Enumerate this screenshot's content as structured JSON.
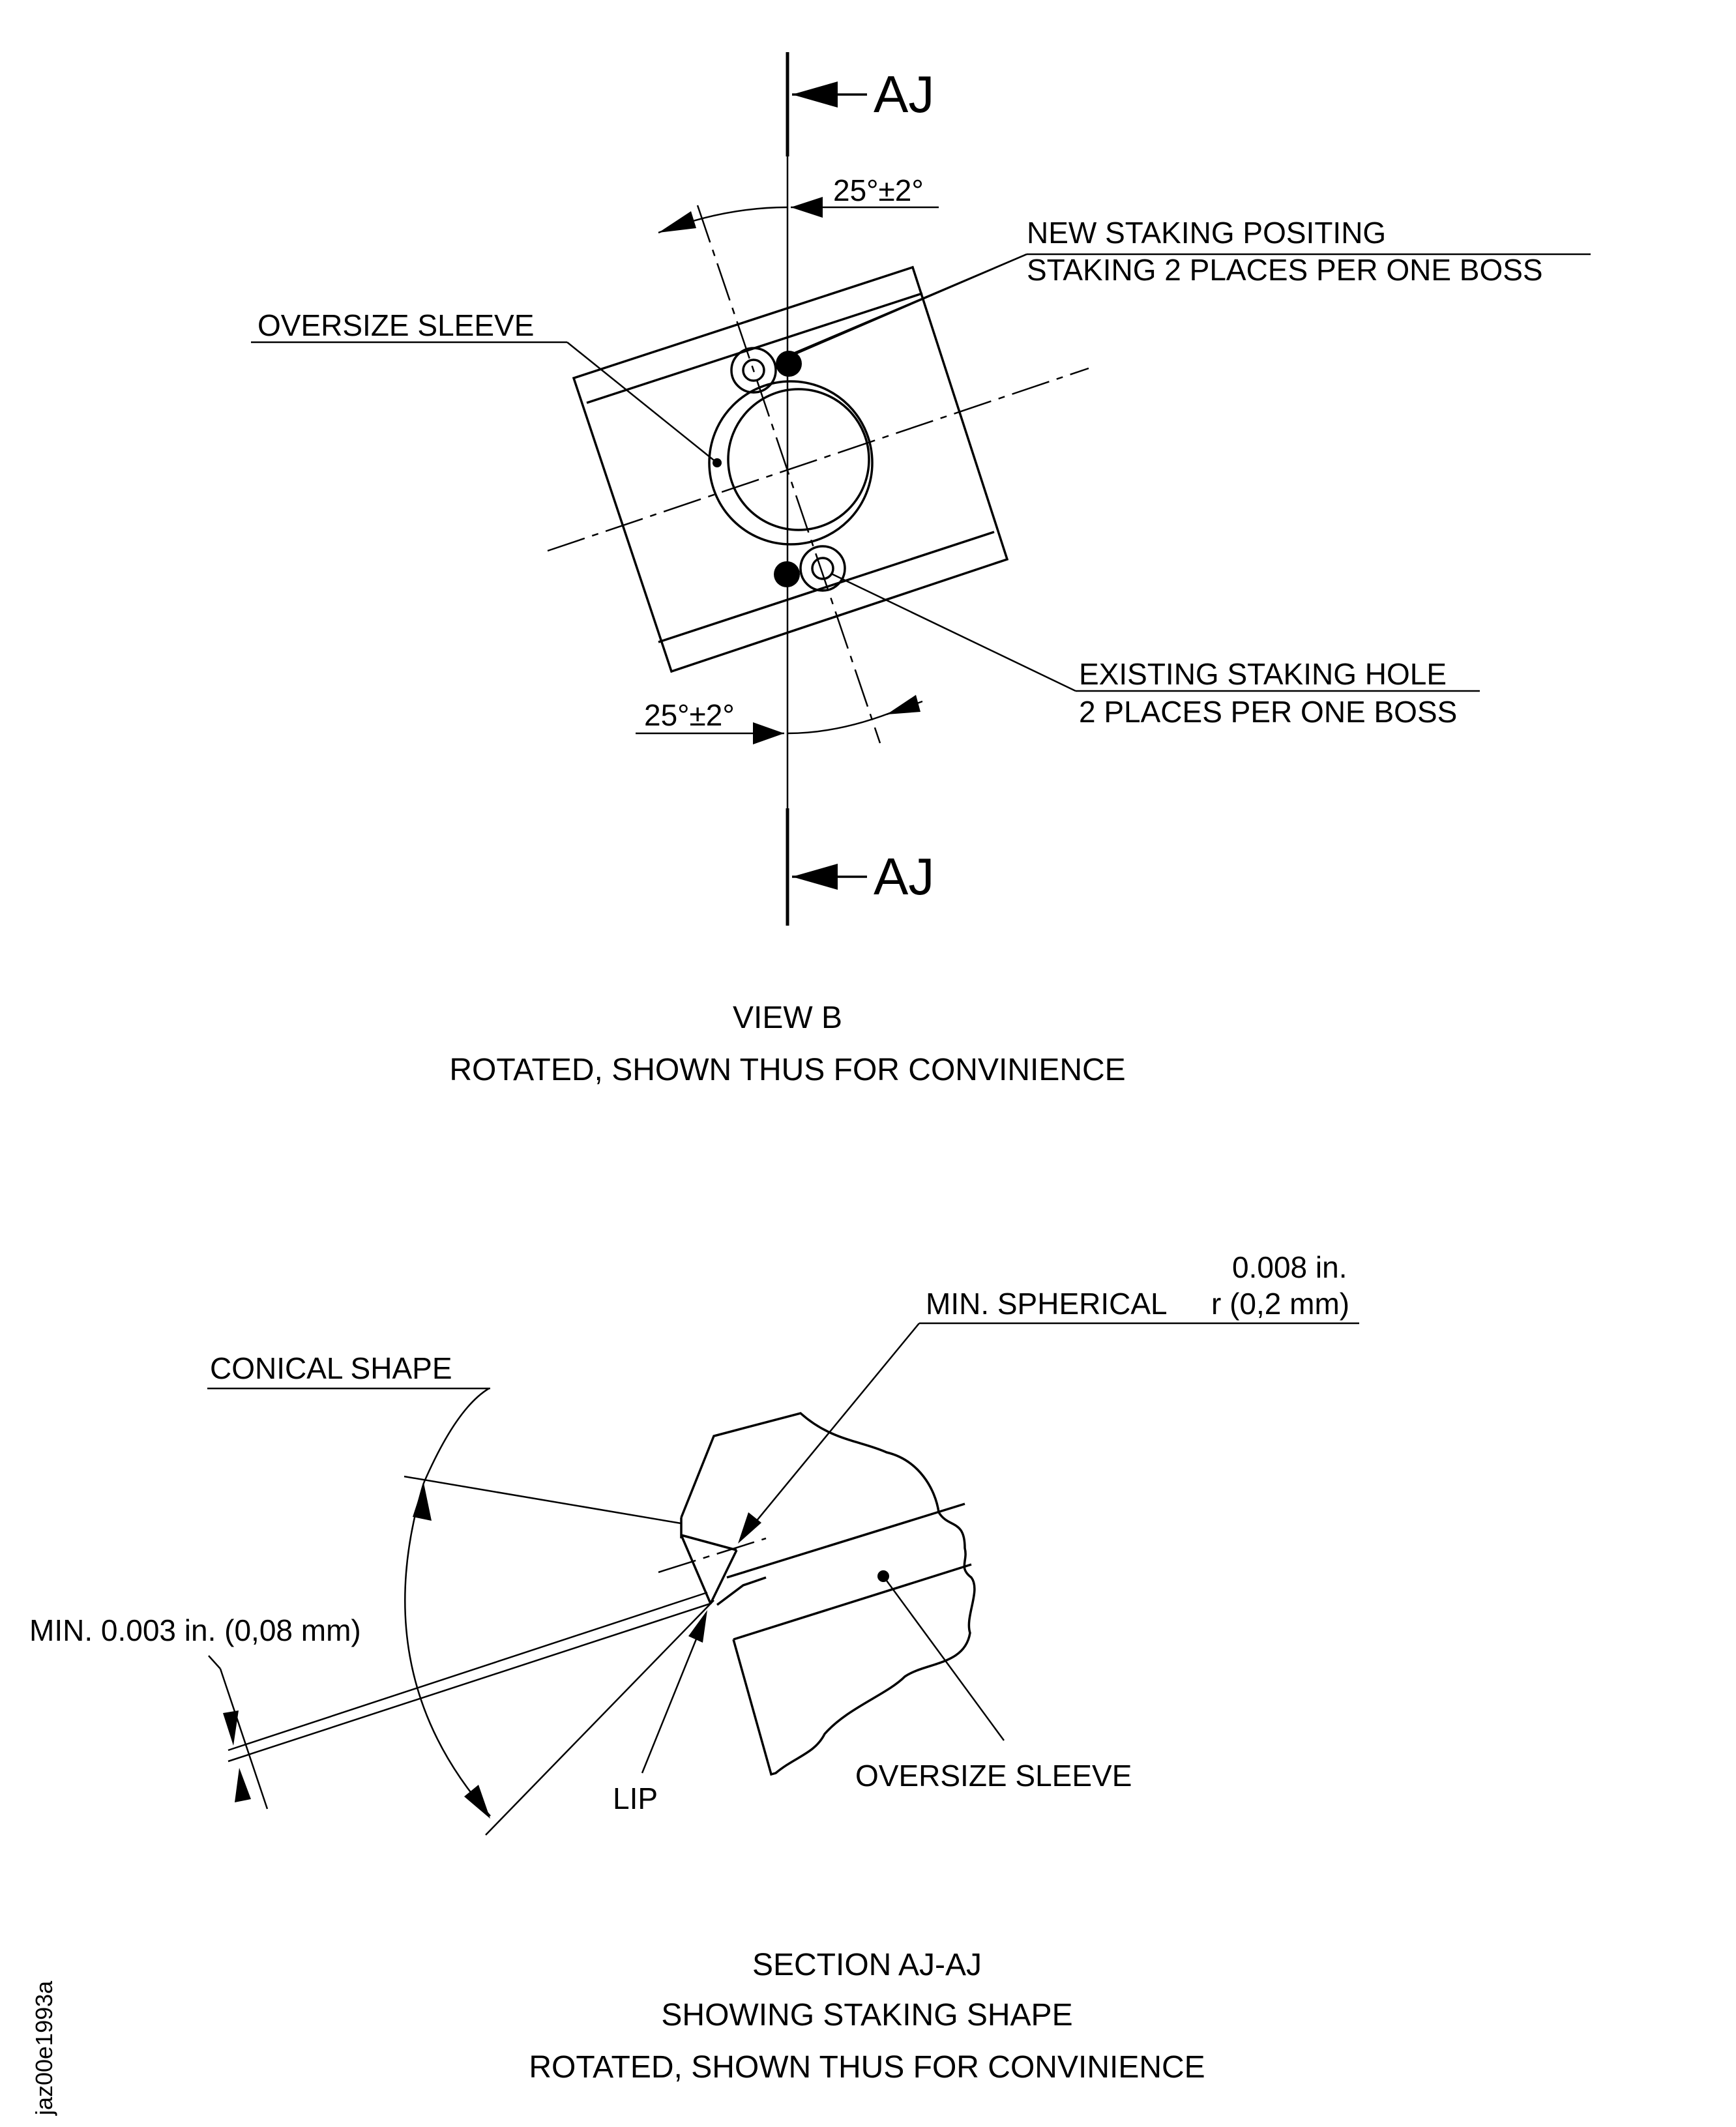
{
  "view_b": {
    "section_mark_top": "AJ",
    "section_mark_bottom": "AJ",
    "angle_top": "25°±2°",
    "angle_bottom": "25°±2°",
    "new_staking_line1": "NEW STAKING POSITING",
    "new_staking_line2": "STAKING 2 PLACES PER ONE BOSS",
    "oversize_sleeve": "OVERSIZE SLEEVE",
    "existing_hole_line1": "EXISTING STAKING HOLE",
    "existing_hole_line2": "2 PLACES PER ONE BOSS",
    "caption_line1": "VIEW  B",
    "caption_line2": "ROTATED, SHOWN THUS FOR CONVINIENCE"
  },
  "section_aj": {
    "radius_value": "0.008 in.",
    "min_spherical": "MIN. SPHERICAL",
    "radius_metric": "r (0,2 mm)",
    "conical_shape": "CONICAL SHAPE",
    "min_lip": "MIN. 0.003 in. (0,08 mm)",
    "lip": "LIP",
    "oversize_sleeve": "OVERSIZE SLEEVE",
    "caption_line1": "SECTION  AJ-AJ",
    "caption_line2": "SHOWING STAKING SHAPE",
    "caption_line3": "ROTATED, SHOWN THUS FOR CONVINIENCE"
  },
  "figure_id": "jaz00e1993a"
}
